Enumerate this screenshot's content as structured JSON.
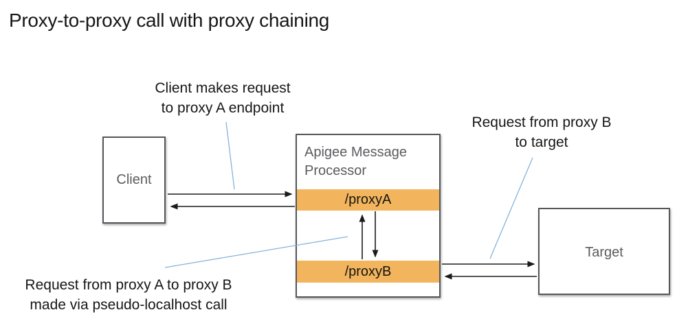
{
  "title": "Proxy-to-proxy call with proxy chaining",
  "colors": {
    "bar-orange": "#F2B45C",
    "line-blue": "#85B3DA",
    "box-border": "#55565A",
    "label-gray": "#5A5B5E",
    "ink": "#161616"
  },
  "nodes": {
    "client": {
      "label": "Client"
    },
    "processor": {
      "label": "Apigee Message Processor",
      "proxy_a": "/proxyA",
      "proxy_b": "/proxyB"
    },
    "target": {
      "label": "Target"
    }
  },
  "annotations": {
    "client_request": {
      "line1": "Client makes request",
      "line2": "to proxy A endpoint"
    },
    "proxy_b_request": {
      "line1": "Request from proxy B",
      "line2": "to target"
    },
    "pseudo_localhost": {
      "line1": "Request from proxy A to proxy B",
      "line2": "made via pseudo-localhost call"
    }
  }
}
